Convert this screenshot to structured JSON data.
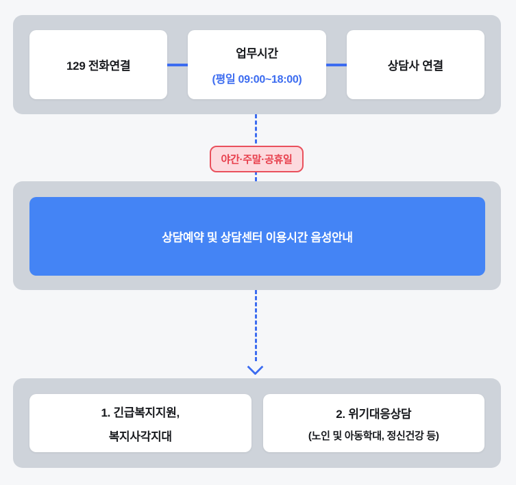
{
  "colors": {
    "page_bg": "#f6f7f9",
    "panel_bg": "#ced3da",
    "card_bg": "#ffffff",
    "accent_blue_button": "#4484f5",
    "accent_blue_line": "#3c6cf0",
    "text_dark": "#17191d",
    "text_white": "#ffffff",
    "badge_bg": "#fcdade",
    "badge_border": "#e9505c",
    "badge_text": "#e73e4b"
  },
  "step1": {
    "cards": [
      {
        "label": "129 전화연결"
      },
      {
        "label": "업무시간",
        "sublabel": "(평일 09:00~18:00)"
      },
      {
        "label": "상담사 연결"
      }
    ]
  },
  "badge": {
    "label": "야간·주말·공휴일"
  },
  "step2": {
    "label": "상담예약 및 상담센터 이용시간 음성안내"
  },
  "step3": {
    "cards": [
      {
        "label": "1. 긴급복지지원,",
        "sublabel": "복지사각지대"
      },
      {
        "label": "2. 위기대응상담",
        "sublabel": "(노인 및 아동학대, 정신건강 등)"
      }
    ]
  }
}
